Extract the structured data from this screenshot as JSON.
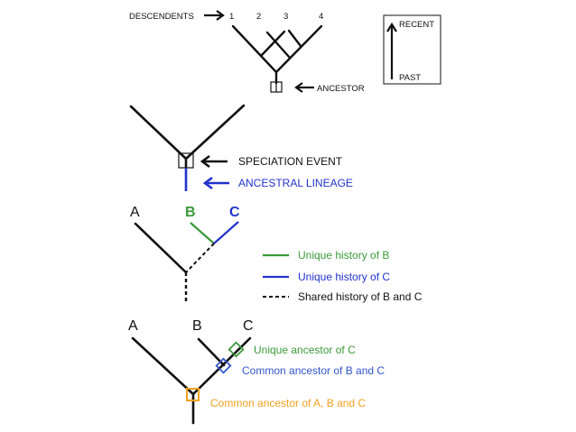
{
  "colors": {
    "black": "#111111",
    "green": "#3a9a3a",
    "blue": "#2233cc",
    "blue_light": "#3355cc",
    "orange": "#f4a020"
  },
  "panel1": {
    "descendents_label": "DESCENDENTS",
    "tips": [
      "1",
      "2",
      "3",
      "4"
    ],
    "ancestor_label": "ANCESTOR",
    "legend_recent": "RECENT",
    "legend_past": "PAST"
  },
  "panel2": {
    "speciation_label": "SPECIATION EVENT",
    "lineage_label": "ANCESTRAL LINEAGE"
  },
  "panel3": {
    "tip_a": "A",
    "tip_b": "B",
    "tip_c": "C",
    "legend": [
      {
        "key": "unique_b",
        "label": "Unique history of B"
      },
      {
        "key": "unique_c",
        "label": "Unique history of C"
      },
      {
        "key": "shared",
        "label": "Shared history of B and C"
      }
    ]
  },
  "panel4": {
    "tip_a": "A",
    "tip_b": "B",
    "tip_c": "C",
    "unique_c_label": "Unique ancestor of C",
    "common_bc_label": "Common ancestor of B and C",
    "common_abc_label": "Common ancestor of A, B and C"
  }
}
